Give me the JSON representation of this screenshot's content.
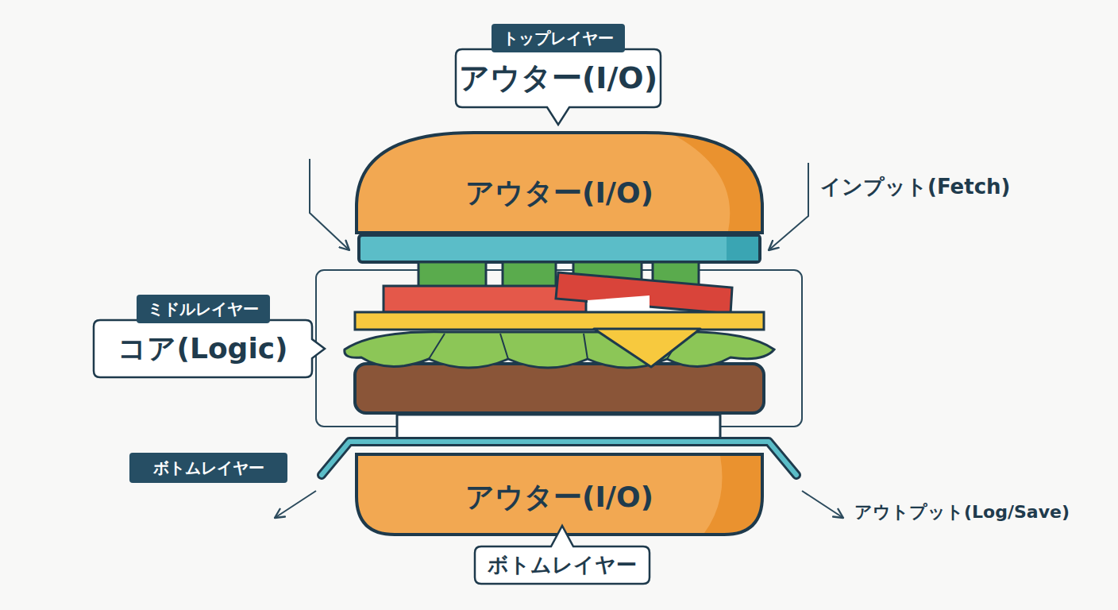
{
  "diagram": {
    "nodes": [
      {
        "text": [
          "トップレイヤー",
          "アウター(I/O)"
        ]
      },
      {
        "text": [
          "アウター(I/O)"
        ]
      },
      {
        "text": [
          "ミドルレイヤー",
          "コア(Logic)"
        ]
      },
      {
        "text": [
          "ボトムレイヤー"
        ]
      },
      {
        "text": [
          "アウター(I/O)"
        ]
      },
      {
        "text": [
          "ボトムレイヤー"
        ]
      }
    ],
    "labels": [
      "インプット(Fetch)",
      "アウトプット(Log/Save)"
    ]
  }
}
